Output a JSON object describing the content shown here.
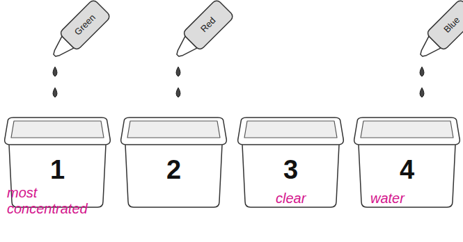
{
  "diagram": {
    "nodes": [
      {
        "text": [
          "Green"
        ]
      },
      {
        "text": [
          "Red"
        ]
      },
      {
        "text": [
          "Blue"
        ]
      },
      {
        "text": [
          "1"
        ]
      },
      {
        "text": [
          "2"
        ]
      },
      {
        "text": [
          "3"
        ]
      },
      {
        "text": [
          "4"
        ]
      }
    ],
    "labels": [
      "most concentrated",
      "clear",
      "water"
    ]
  }
}
